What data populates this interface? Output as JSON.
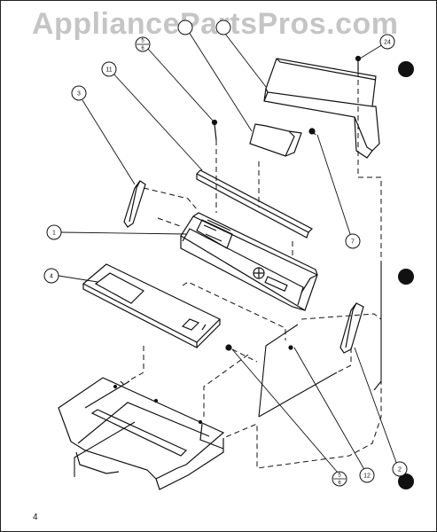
{
  "watermark": "AppliancePartsPros.com",
  "page_number": "4",
  "callouts": {
    "c1": "1",
    "c2": "2",
    "c3": "3",
    "c4": "4",
    "c5a": "5",
    "c5b": "6",
    "c6": "5",
    "c6b": "6",
    "c7": "7",
    "c11": "11",
    "c12": "12",
    "c24": "24"
  },
  "colors": {
    "line": "#111111",
    "watermark": "#969696"
  }
}
